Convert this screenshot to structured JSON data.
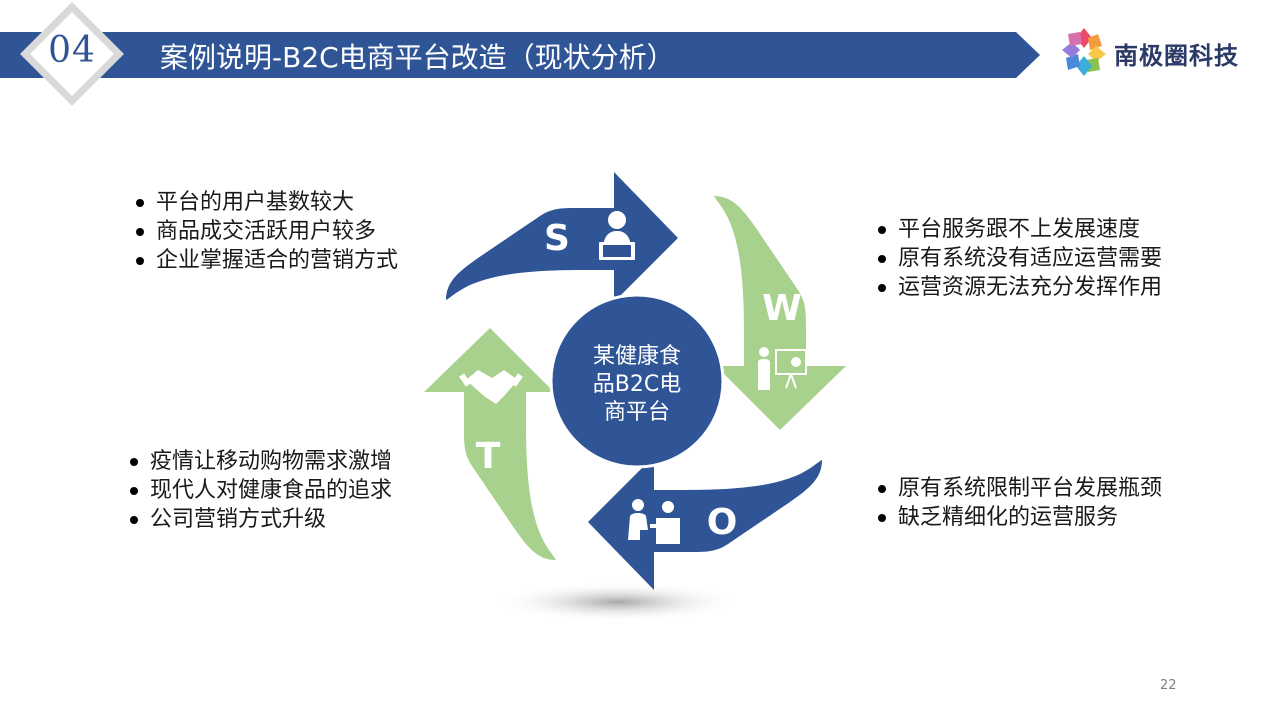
{
  "header": {
    "section_number": "04",
    "title": "案例说明-B2C电商平台改造（现状分析）",
    "logo_text": "南极圈科技",
    "band_color": "#2f5597"
  },
  "swot": {
    "center_label_lines": [
      "某健康食",
      "品B2C电",
      "商平台"
    ],
    "quadrants": {
      "s": {
        "letter": "S",
        "icon": "person-laptop-icon",
        "color": "#2f5597"
      },
      "w": {
        "letter": "W",
        "icon": "presenter-chart-icon",
        "color": "#a9d18e"
      },
      "o": {
        "letter": "O",
        "icon": "office-workers-icon",
        "color": "#2f5597"
      },
      "t": {
        "letter": "T",
        "icon": "handshake-icon",
        "color": "#a9d18e"
      }
    }
  },
  "lists": {
    "strengths": [
      "平台的用户基数较大",
      "商品成交活跃用户较多",
      "企业掌握适合的营销方式"
    ],
    "weaknesses": [
      "平台服务跟不上发展速度",
      "原有系统没有适应运营需要",
      "运营资源无法充分发挥作用"
    ],
    "threats": [
      "疫情让移动购物需求激增",
      "现代人对健康食品的追求",
      "公司营销方式升级"
    ],
    "opportunities": [
      "原有系统限制平台发展瓶颈",
      "缺乏精细化的运营服务"
    ]
  },
  "footer": {
    "page_number": "22"
  }
}
